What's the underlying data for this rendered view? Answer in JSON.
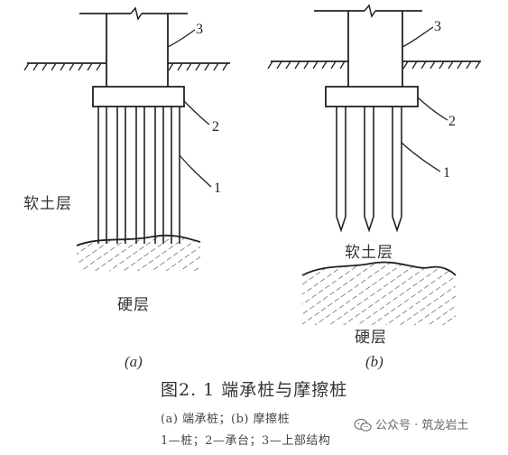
{
  "diagram_a": {
    "label_1": "1",
    "label_2": "2",
    "label_3": "3",
    "soft_soil": "软土层",
    "hard_layer": "硬层",
    "subfig": "(a)"
  },
  "diagram_b": {
    "label_1": "1",
    "label_2": "2",
    "label_3": "3",
    "soft_soil": "软土层",
    "hard_layer": "硬层",
    "subfig": "(b)"
  },
  "figure": {
    "title": "图2. 1  端承桩与摩擦桩",
    "caption_line1": "(a) 端承桩；(b) 摩擦桩",
    "caption_line2": "1—桩；2—承台；3—上部结构"
  },
  "watermark": {
    "icon": "wechat-icon",
    "text": "公众号 · 筑龙岩土"
  }
}
